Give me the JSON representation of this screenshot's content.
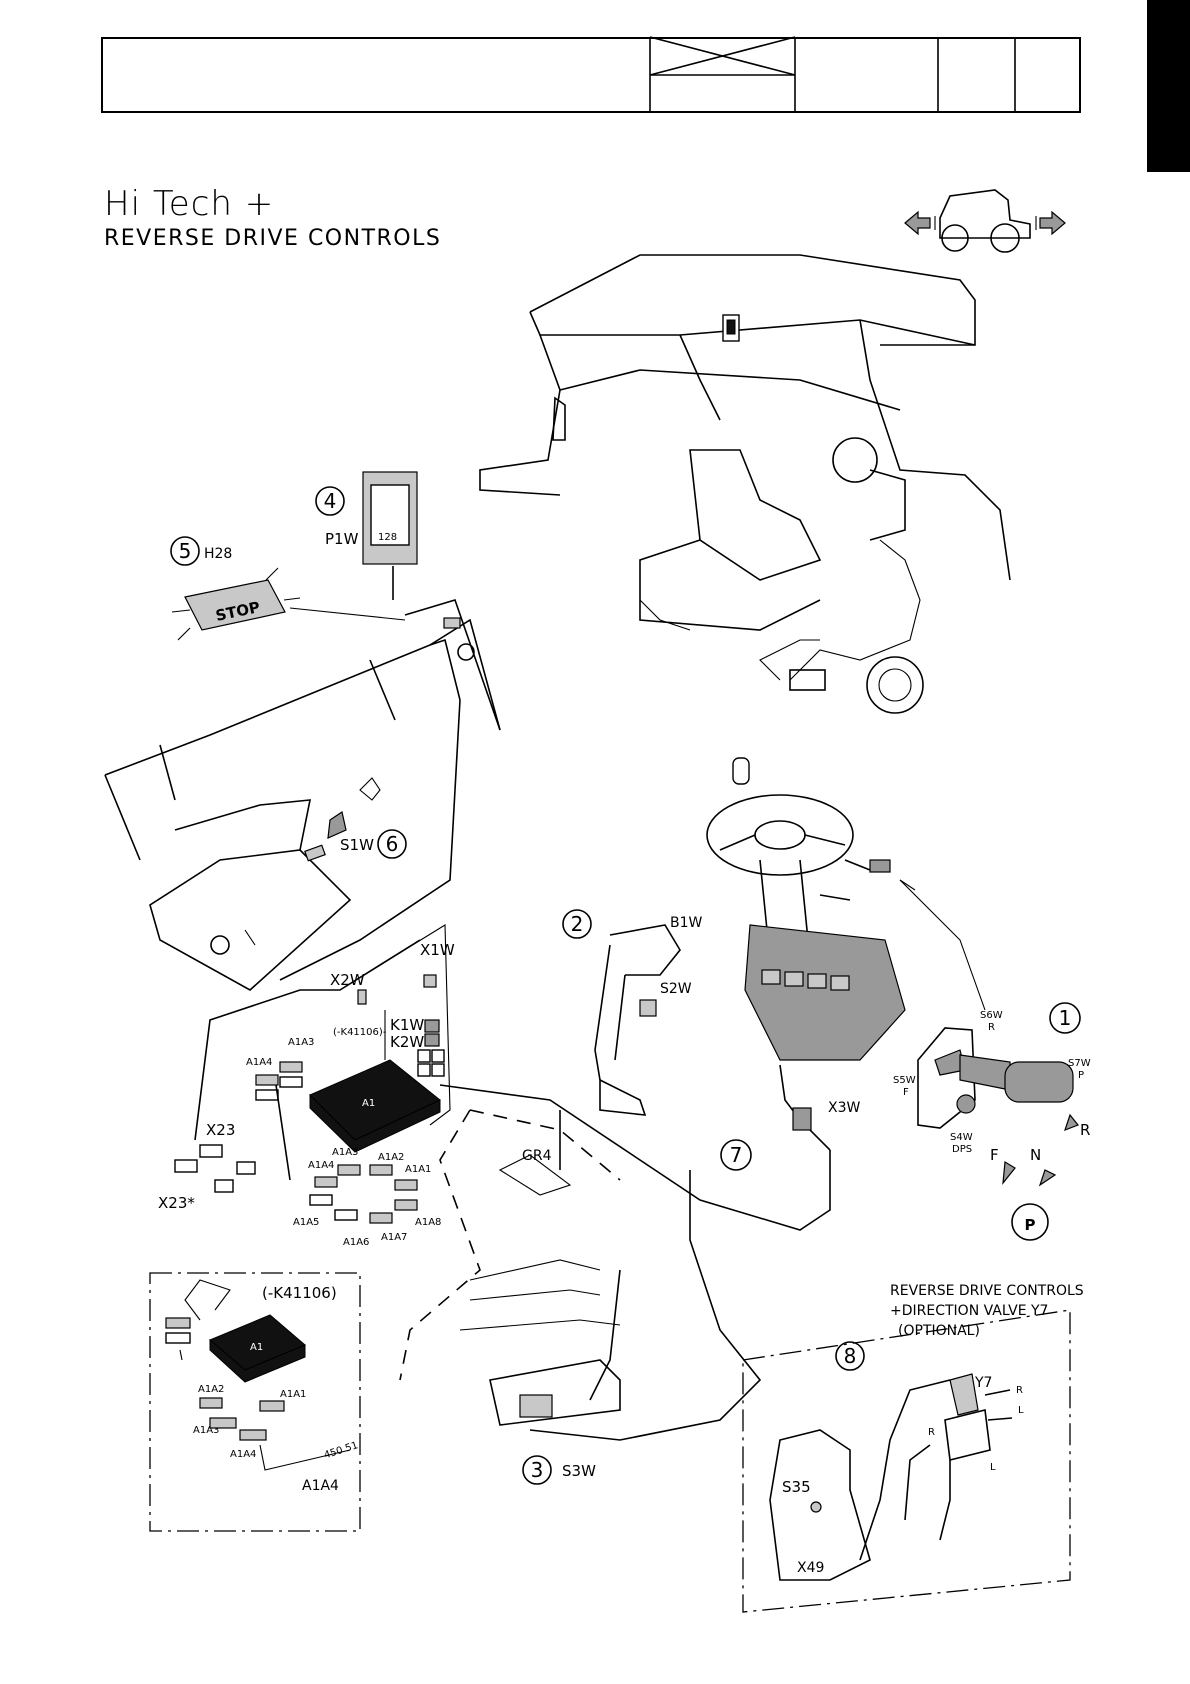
{
  "heading": {
    "title": "Hi Tech +",
    "subtitle": "REVERSE DRIVE CONTROLS"
  },
  "callouts": {
    "c1": "1",
    "c2": "2",
    "c3": "3",
    "c4": "4",
    "c5": "5",
    "c6": "6",
    "c7": "7",
    "c8": "8"
  },
  "labels": {
    "h28": "H28",
    "stop": "STOP",
    "p1w": "P1W",
    "display_value": "128",
    "s1w": "S1W",
    "b1w": "B1W",
    "s2w": "S2W",
    "x1w": "X1W",
    "x2w": "X2W",
    "k41106_tag": "(-K41106)-",
    "k1w": "K1W",
    "k2w": "K2W",
    "a1a4_top": "A1A4",
    "a1a3_top": "A1A3",
    "a1": "A1",
    "x23": "X23",
    "x23star": "X23*",
    "a1a4_mid": "A1A4",
    "a1a3_mid": "A1A3",
    "a1a2": "A1A2",
    "a1a1": "A1A1",
    "a1a5": "A1A5",
    "a1a6": "A1A6",
    "a1a7": "A1A7",
    "a1a8": "A1A8",
    "gr4": "GR4",
    "x3w": "X3W",
    "s6w": "S6W",
    "s6w_sub": "R",
    "s7w": "S7W",
    "s7w_sub": "P",
    "s5w": "S5W",
    "s5w_sub": "F",
    "s4w": "S4W",
    "s4w_sub": "DPS",
    "dir_f": "F",
    "dir_n": "N",
    "dir_r": "R",
    "park": "P",
    "s3w": "S3W"
  },
  "inset_k41106": {
    "title": "(-K41106)",
    "a1": "A1",
    "a1a2": "A1A2",
    "a1a1": "A1A1",
    "a1a3": "A1A3",
    "a1a4": "A1A4",
    "wire_no": "450 51",
    "a1a4_bottom": "A1A4"
  },
  "inset_option": {
    "title_line1": "REVERSE DRIVE CONTROLS",
    "title_line2": "+DIRECTION VALVE Y7",
    "title_line3": "(OPTIONAL)",
    "y7": "Y7",
    "r_top": "R",
    "l_top": "L",
    "r_mid": "R",
    "l_bottom": "L",
    "s35": "S35",
    "x49": "X49"
  },
  "colors": {
    "line": "#000000",
    "grey": "#999999",
    "light_grey": "#c8c8c8",
    "tab": "#000000"
  }
}
